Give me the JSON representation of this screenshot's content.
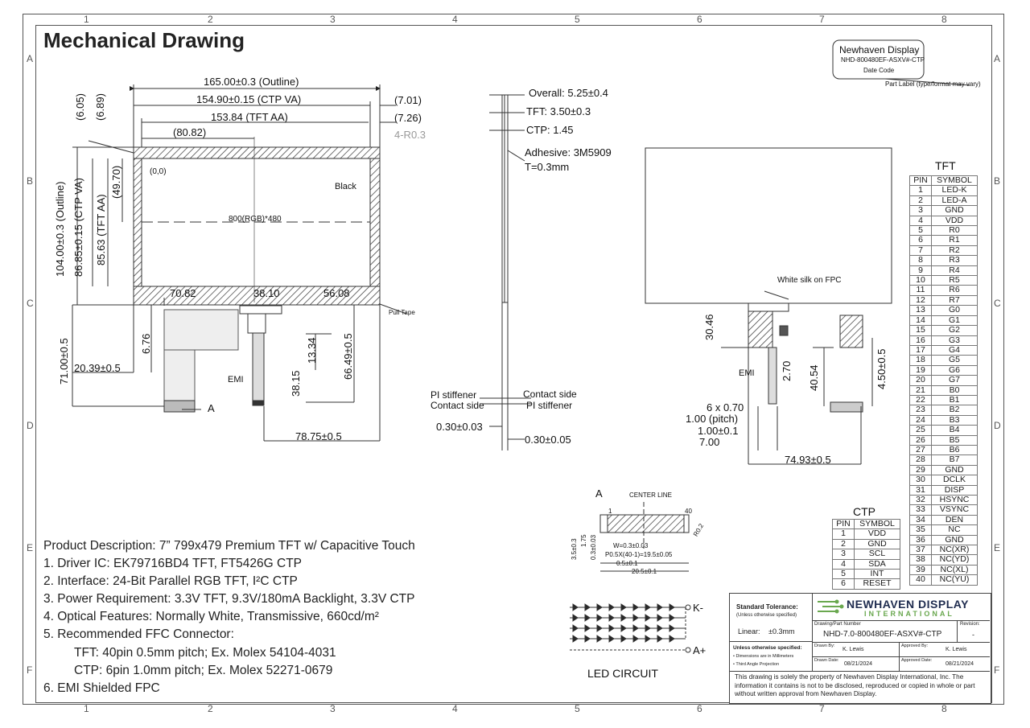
{
  "title": "Mechanical Drawing",
  "grid": {
    "cols": [
      "1",
      "2",
      "3",
      "4",
      "5",
      "6",
      "7",
      "8"
    ],
    "rows": [
      "A",
      "B",
      "C",
      "D",
      "E",
      "F"
    ]
  },
  "front_view": {
    "outline_w": "165.00±0.3 (Outline)",
    "ctp_va_w": "154.90±0.15 (CTP VA)",
    "tft_aa_w": "153.84 (TFT AA)",
    "center_x": "(80.82)",
    "r1": "(7.01)",
    "r2": "(7.26)",
    "corner": "4-R0.3",
    "t1": "(6.05)",
    "t2": "(6.89)",
    "center_y": "(49.70)",
    "outline_h": "104.00±0.3 (Outline)",
    "ctp_va_h": "86.85±0.15 (CTP VA)",
    "tft_aa_h": "85.63 (TFT AA)",
    "origin": "(0,0)",
    "black": "Black",
    "resolution": "800(RGB)*480",
    "d1": "70.82",
    "d2": "38.10",
    "d3": "56.08",
    "pull_tape": "Pull Tape",
    "d676": "6.76",
    "d1334": "13.34",
    "d6649": "66.49±0.5",
    "d7100": "71.00±0.5",
    "d2039": "20.39±0.5",
    "d3815": "38.15",
    "emi": "EMI",
    "a": "A",
    "d7875": "78.75±0.5"
  },
  "side_view": {
    "overall": "Overall: 5.25±0.4",
    "tft": "TFT: 3.50±0.3",
    "ctp": "CTP: 1.45",
    "adhesive": "Adhesive: 3M5909",
    "t": "T=0.3mm",
    "pi_l": "PI stiffener",
    "contact_l": "Contact side",
    "contact_r": "Contact side",
    "pi_r": "PI stiffener",
    "d030_l": "0.30±0.03",
    "d030_r": "0.30±0.05"
  },
  "back_view": {
    "white_silk": "White silk on FPC",
    "d3046": "30.46",
    "emi": "EMI",
    "d270": "2.70",
    "d4054": "40.54",
    "d450": "4.50±0.5",
    "d6x070": "6 x 0.70",
    "pitch": "1.00 (pitch)",
    "d100": "1.00±0.1",
    "d700": "7.00",
    "d7493": "74.93±0.5"
  },
  "label_box": {
    "brand": "Newhaven Display",
    "part": "NHD-800480EF-ASXV#-CTP",
    "date_code": "Date Code",
    "note": "Part Label (type/format may vary)"
  },
  "detail_a": {
    "a": "A",
    "center_line": "CENTER LINE",
    "p1": "1",
    "p40": "40",
    "r02": "R0.2",
    "h35": "3.5±0.3",
    "h175": "1.75",
    "h030": "0.3±0.03",
    "w": "W=0.3±0.03",
    "p05": "P0.5X(40-1)=19.5±0.05",
    "d05": "0.5±0.1",
    "d205": "20.5±0.1"
  },
  "led": {
    "k": "K-",
    "a": "A+",
    "caption": "LED CIRCUIT"
  },
  "description": [
    "Product Description: 7” 799x479 Premium TFT w/ Capacitive Touch",
    "1. Driver IC: EK79716BD4 TFT, FT5426G CTP",
    "2. Interface: 24-Bit Parallel RGB TFT, I²C CTP",
    "3. Power Requirement: 3.3V TFT, 9.3V/180mA Backlight, 3.3V CTP",
    "4. Optical Features: Normally White, Transmissive, 660cd/m²",
    "5. Recommended FFC Connector:",
    "TFT: 40pin 0.5mm pitch; Ex. Molex 54104-4031",
    "CTP: 6pin 1.0mm pitch; Ex. Molex 52271-0679",
    "6. EMI Shielded FPC"
  ],
  "tft_table": {
    "title": "TFT",
    "headers": [
      "PIN",
      "SYMBOL"
    ],
    "rows": [
      [
        "1",
        "LED-K"
      ],
      [
        "2",
        "LED-A"
      ],
      [
        "3",
        "GND"
      ],
      [
        "4",
        "VDD"
      ],
      [
        "5",
        "R0"
      ],
      [
        "6",
        "R1"
      ],
      [
        "7",
        "R2"
      ],
      [
        "8",
        "R3"
      ],
      [
        "9",
        "R4"
      ],
      [
        "10",
        "R5"
      ],
      [
        "11",
        "R6"
      ],
      [
        "12",
        "R7"
      ],
      [
        "13",
        "G0"
      ],
      [
        "14",
        "G1"
      ],
      [
        "15",
        "G2"
      ],
      [
        "16",
        "G3"
      ],
      [
        "17",
        "G4"
      ],
      [
        "18",
        "G5"
      ],
      [
        "19",
        "G6"
      ],
      [
        "20",
        "G7"
      ],
      [
        "21",
        "B0"
      ],
      [
        "22",
        "B1"
      ],
      [
        "23",
        "B2"
      ],
      [
        "24",
        "B3"
      ],
      [
        "25",
        "B4"
      ],
      [
        "26",
        "B5"
      ],
      [
        "27",
        "B6"
      ],
      [
        "28",
        "B7"
      ],
      [
        "29",
        "GND"
      ],
      [
        "30",
        "DCLK"
      ],
      [
        "31",
        "DISP"
      ],
      [
        "32",
        "HSYNC"
      ],
      [
        "33",
        "VSYNC"
      ],
      [
        "34",
        "DEN"
      ],
      [
        "35",
        "NC"
      ],
      [
        "36",
        "GND"
      ],
      [
        "37",
        "NC(XR)"
      ],
      [
        "38",
        "NC(YD)"
      ],
      [
        "39",
        "NC(XL)"
      ],
      [
        "40",
        "NC(YU)"
      ]
    ]
  },
  "ctp_table": {
    "title": "CTP",
    "headers": [
      "PIN",
      "SYMBOL"
    ],
    "rows": [
      [
        "1",
        "VDD"
      ],
      [
        "2",
        "GND"
      ],
      [
        "3",
        "SCL"
      ],
      [
        "4",
        "SDA"
      ],
      [
        "5",
        "INT"
      ],
      [
        "6",
        "RESET"
      ]
    ]
  },
  "title_block": {
    "std_tol": "Standard Tolerance:",
    "unless": "(Unless otherwise specified)",
    "linear": "Linear:",
    "linear_val": "±0.3mm",
    "logo_main": "NEWHAVEN DISPLAY",
    "logo_sub": "INTERNATIONAL",
    "drawing_num_lbl": "Drawing/Part Number",
    "drawing_num": "NHD-7.0-800480EF-ASXV#-CTP",
    "revision_lbl": "Revision:",
    "revision": "-",
    "unless2": "Unless otherwise specified:",
    "dims": "• Dimensions are in Millimeters",
    "proj": "• Third Angle Projection",
    "drawn_by_lbl": "Drawn By:",
    "drawn_by": "K. Lewis",
    "approved_by_lbl": "Approved By:",
    "approved_by": "K. Lewis",
    "drawn_date_lbl": "Drawn Date:",
    "drawn_date": "08/21/2024",
    "approved_date_lbl": "Approved Date:",
    "approved_date": "08/21/2024",
    "notice": "This drawing is solely the property of Newhaven Display International, Inc. The information it contains is not to be disclosed, reproduced or copied in whole or part without written approval from Newhaven Display."
  }
}
